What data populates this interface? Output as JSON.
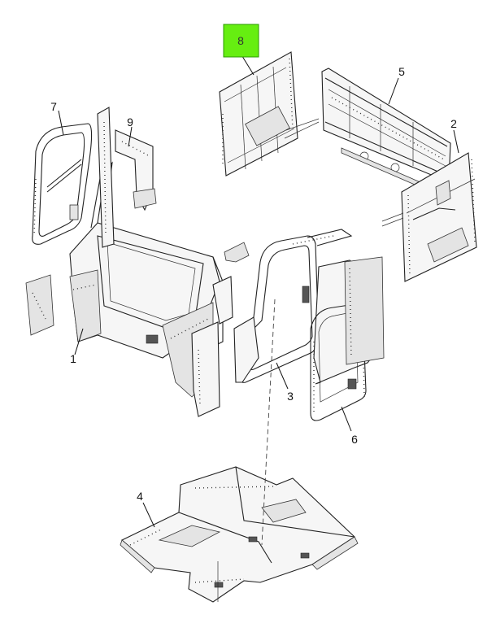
{
  "callouts": {
    "c1": "1",
    "c2": "2",
    "c3": "3",
    "c4": "4",
    "c5": "5",
    "c6": "6",
    "c7": "7",
    "c8": "8",
    "c9": "9"
  },
  "highlight": {
    "color": "#66ee11",
    "item": "8"
  }
}
